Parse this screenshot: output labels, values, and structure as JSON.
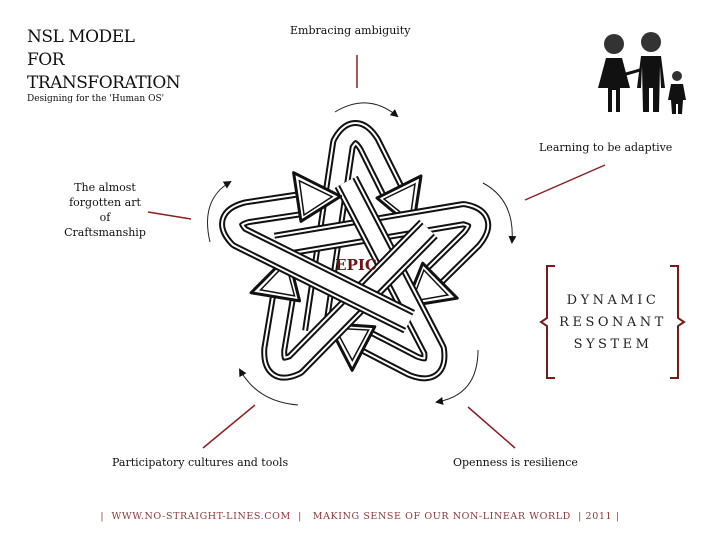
{
  "title": {
    "lines": [
      "NSL MODEL",
      "FOR",
      "TRANSFORATION"
    ],
    "subtitle": "Designing for the 'Human OS'"
  },
  "center_label": "EPIC",
  "labels": {
    "top": "Embracing ambiguity",
    "right": "Learning to be adaptive",
    "left": [
      "The almost",
      "forgotten art",
      "of",
      "Craftsmanship"
    ],
    "bottom_left": "Participatory cultures and tools",
    "bottom_right": "Openness is resilience"
  },
  "system": {
    "lines": [
      "DYNAMIC",
      "RESONANT",
      "SYSTEM"
    ]
  },
  "footer": "|  WWW.NO-STRAIGHT-LINES.COM  |   MAKING SENSE OF OUR NON-LINEAR WORLD  | 2011 |",
  "colors": {
    "accent": "#7a1a1a",
    "footer": "#8b3a3a",
    "connector": "#8b2020"
  }
}
